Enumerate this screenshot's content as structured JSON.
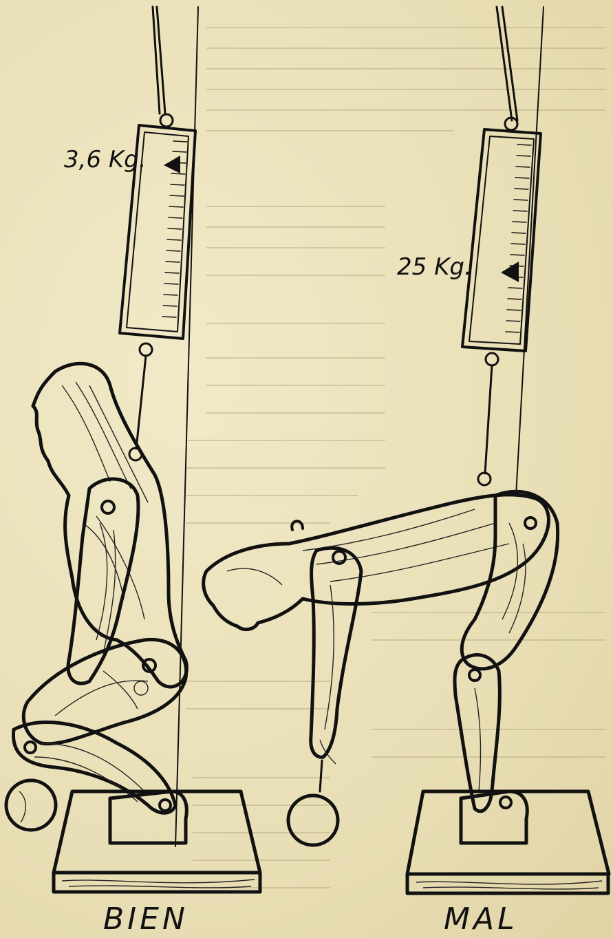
{
  "labels": {
    "left_weight": "3,6 Kg.",
    "right_weight": "25 Kg."
  },
  "captions": {
    "left": "BIEN",
    "right": "MAL"
  },
  "colors": {
    "paper": "#ece3bf",
    "ink": "#111111",
    "wood": "#e8dcb4"
  }
}
